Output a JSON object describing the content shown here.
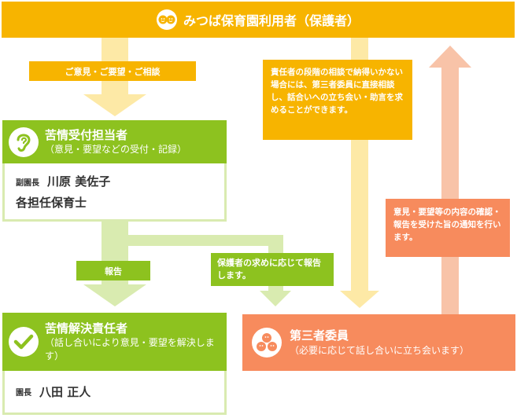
{
  "top": {
    "title": "みつば保育園利用者（保護者）",
    "icon": "two-children-faces-icon"
  },
  "labels": {
    "opinion": "ご意見・ご要望・ご相談",
    "report": "報告",
    "report_on_request": "保護者の求めに応じて報告します。",
    "third_party_note": "責任者の段階の相談で納得いかない場合には、第三者委員に直接相談し、話合いへの立ち会い・助言を求めることができます。",
    "notify_note": "意見・要望等の内容の確認・報告を受けた旨の通知を行います。"
  },
  "reception": {
    "title": "苦情受付担当者",
    "subtitle": "（意見・要望などの受付・記録）",
    "icon": "ear-icon",
    "role": "副園長",
    "name": "川原 美佐子",
    "staff": "各担任保育士"
  },
  "resolution": {
    "title": "苦情解決責任者",
    "subtitle": "（話し合いにより意見・要望を解決します）",
    "icon": "checkmark-icon",
    "role": "園長",
    "name": "八田 正人"
  },
  "third_party": {
    "title": "第三者委員",
    "subtitle": "（必要に応じて話し合いに立ち会います）",
    "icon": "three-people-faces-icon"
  },
  "colors": {
    "yellow": "#f7b400",
    "green": "#8dc21f",
    "orange": "#f78b5d",
    "light_yellow": "#fde9a6",
    "light_green": "#d9ebb0",
    "light_pink": "#f8c3a8"
  }
}
